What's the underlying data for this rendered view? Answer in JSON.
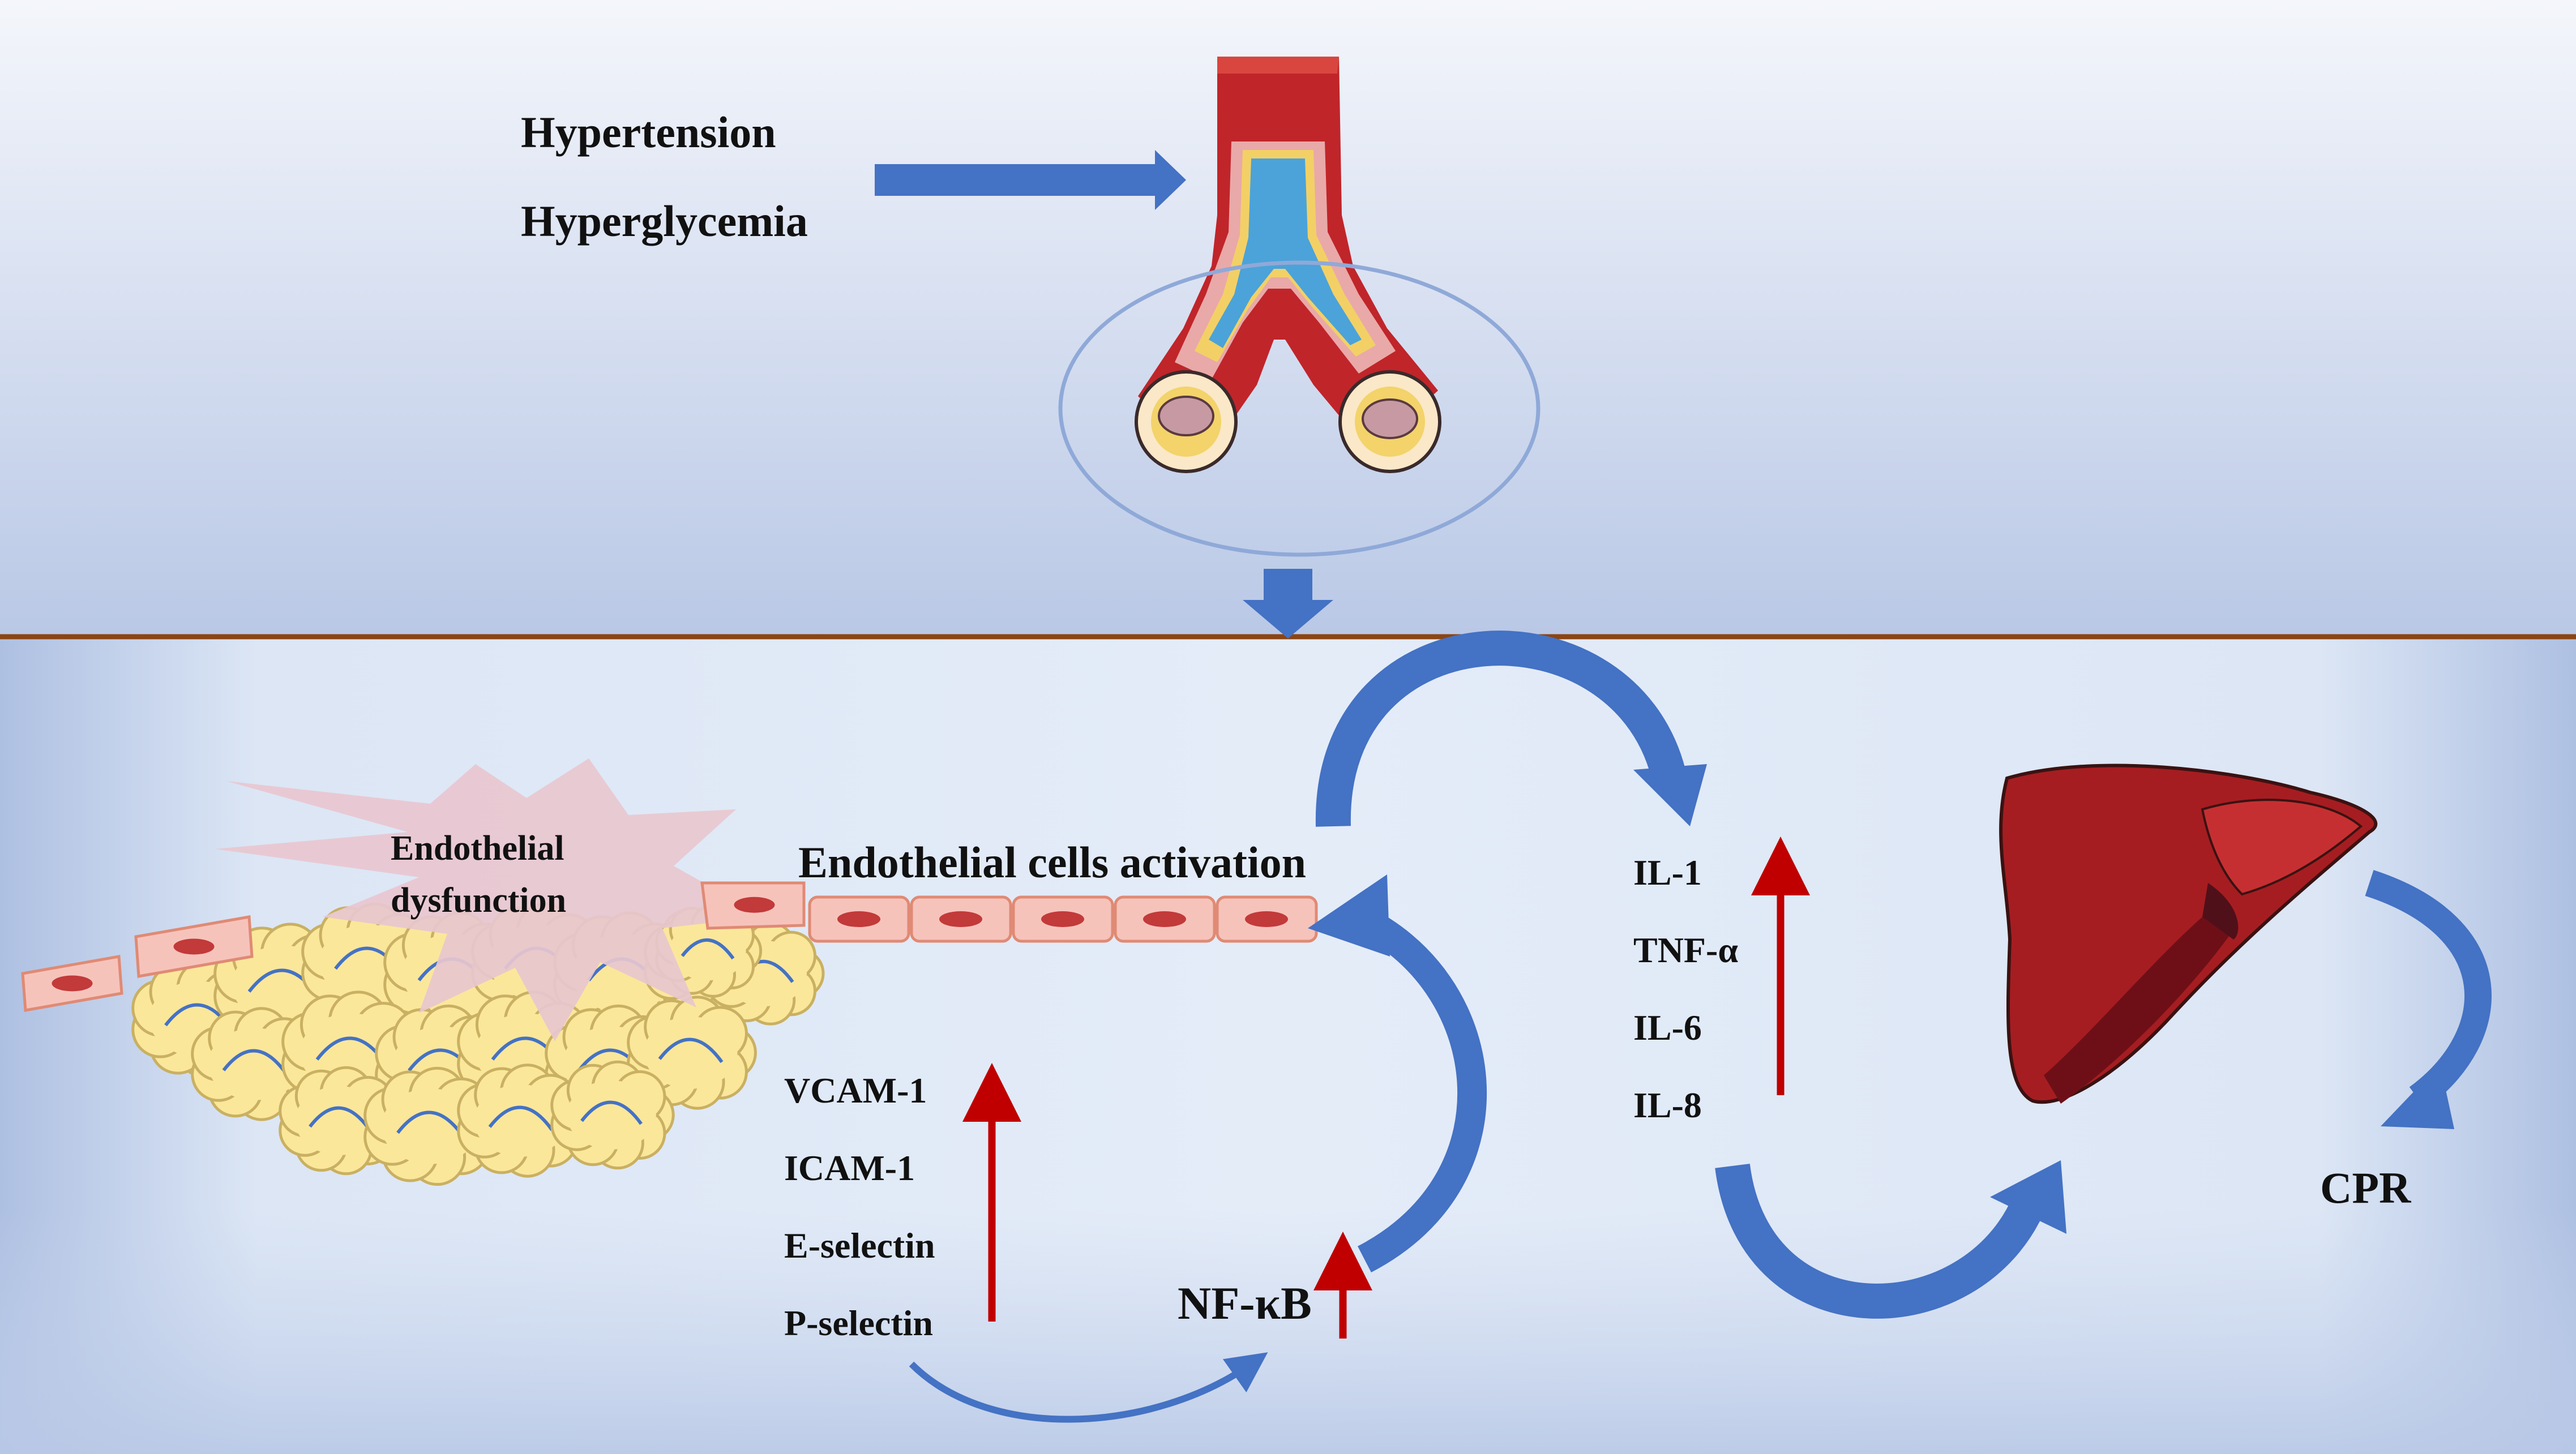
{
  "labels": {
    "risk_factors": [
      "Hypertension",
      "Hyperglycemia"
    ],
    "endothelial_dysfunction": [
      "Endothelial",
      "dysfunction"
    ],
    "endothelial_activation": "Endothelial cells activation",
    "adhesion_molecules": [
      "VCAM-1",
      "ICAM-1",
      "E-selectin",
      "P-selectin"
    ],
    "nfkb": "NF-κB",
    "cytokines": [
      "IL-1",
      "TNF-α",
      "IL-6",
      "IL-8"
    ],
    "output": "CPR"
  },
  "colors": {
    "flow_arrow": "#4472c4",
    "increase_arrow": "#c00000",
    "divider": "#8b4513",
    "vessel": "#c0252a",
    "liver": "#a51d21",
    "adipocyte": "#fbe79a",
    "endothelial_cell": "#f6c3bb",
    "burst": "#e8c7cf"
  },
  "icons": [
    "artery-bifurcation-icon",
    "liver-icon",
    "adipocyte-cluster-icon",
    "endothelial-cell-icon",
    "starburst-icon"
  ]
}
